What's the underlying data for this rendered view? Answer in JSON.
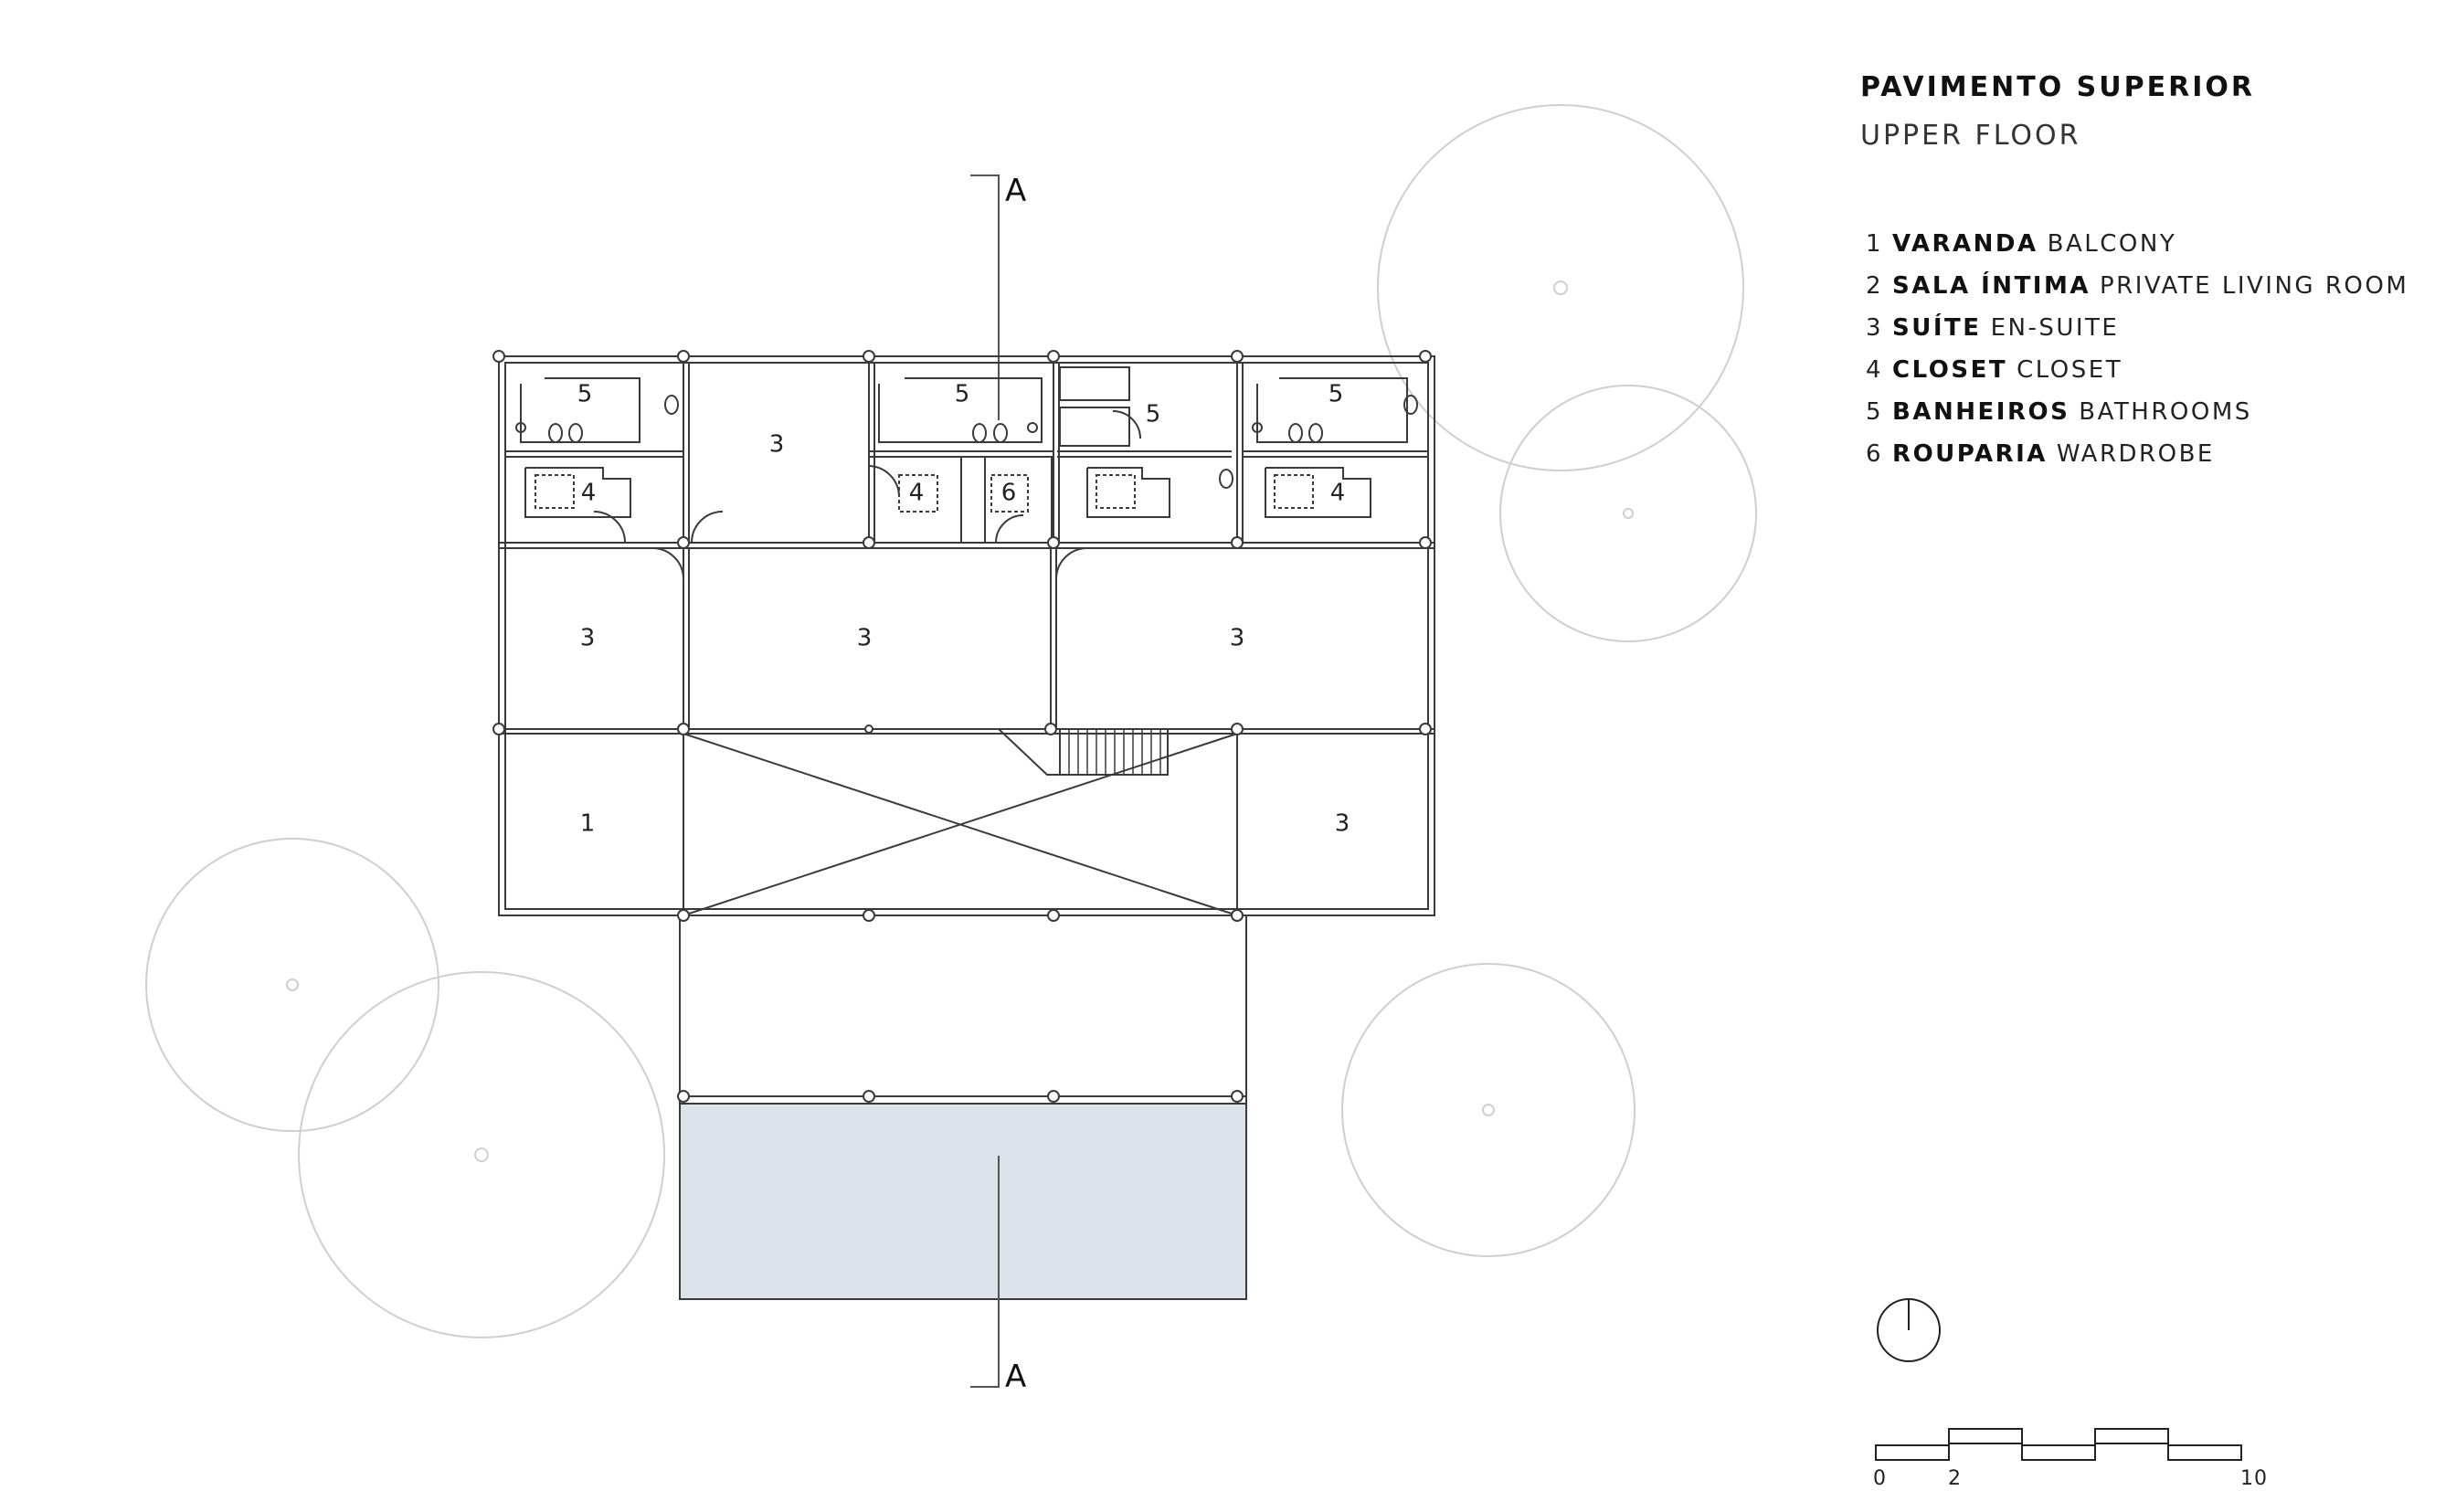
{
  "title": {
    "main": "PAVIMENTO SUPERIOR",
    "sub": "UPPER FLOOR"
  },
  "legend": [
    {
      "num": "1",
      "pt": "VARANDA",
      "en": "BALCONY"
    },
    {
      "num": "2",
      "pt": "SALA ÍNTIMA",
      "en": "PRIVATE LIVING ROOM"
    },
    {
      "num": "3",
      "pt": "SUÍTE",
      "en": "EN-SUITE"
    },
    {
      "num": "4",
      "pt": "CLOSET",
      "en": "CLOSET"
    },
    {
      "num": "5",
      "pt": "BANHEIROS",
      "en": "BATHROOMS"
    },
    {
      "num": "6",
      "pt": "ROUPARIA",
      "en": "WARDROBE"
    }
  ],
  "section": {
    "top": "A",
    "bottom": "A"
  },
  "rooms": {
    "bath_1": "5",
    "bath_2": "5",
    "bath_3": "5",
    "bath_4": "5",
    "suite_top": "3",
    "closet_1": "4",
    "closet_2": "4",
    "closet_3": "4",
    "wardrobe": "6",
    "suite_left": "3",
    "suite_center": "3",
    "suite_right": "3",
    "balcony": "1",
    "suite_bottom_right": "3"
  },
  "scale": {
    "start": "0",
    "mid": "2",
    "end": "10"
  },
  "colors": {
    "line": "#3a3a3a",
    "tree": "#cfcfcf",
    "pool": "#dce2e9"
  }
}
